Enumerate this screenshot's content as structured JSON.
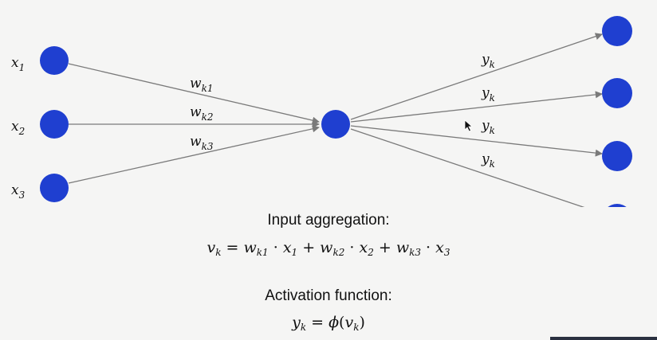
{
  "inputs": [
    {
      "base": "x",
      "sub": "1"
    },
    {
      "base": "x",
      "sub": "2"
    },
    {
      "base": "x",
      "sub": "3"
    }
  ],
  "weights": [
    {
      "base": "w",
      "sub": "k1"
    },
    {
      "base": "w",
      "sub": "k2"
    },
    {
      "base": "w",
      "sub": "k3"
    }
  ],
  "outputs": [
    {
      "base": "y",
      "sub": "k"
    },
    {
      "base": "y",
      "sub": "k"
    },
    {
      "base": "y",
      "sub": "k"
    },
    {
      "base": "y",
      "sub": "k"
    }
  ],
  "aggregation": {
    "heading": "Input aggregation:",
    "formula": [
      {
        "t": "v",
        "s": "k",
        "i": true
      },
      {
        "t": " = "
      },
      {
        "t": "w",
        "s": "k1",
        "i": true
      },
      {
        "t": " · "
      },
      {
        "t": "x",
        "s": "1",
        "i": true
      },
      {
        "t": " + "
      },
      {
        "t": "w",
        "s": "k2",
        "i": true
      },
      {
        "t": " · "
      },
      {
        "t": "x",
        "s": "2",
        "i": true
      },
      {
        "t": " + "
      },
      {
        "t": "w",
        "s": "k3",
        "i": true
      },
      {
        "t": " · "
      },
      {
        "t": "x",
        "s": "3",
        "i": true
      }
    ]
  },
  "activation": {
    "heading": "Activation function:",
    "formula": [
      {
        "t": "y",
        "s": "k",
        "i": true
      },
      {
        "t": " = "
      },
      {
        "t": "ϕ",
        "i": true
      },
      {
        "t": "("
      },
      {
        "t": "v",
        "s": "k",
        "i": true
      },
      {
        "t": ")"
      }
    ]
  },
  "colors": {
    "node": "#1f3fd0",
    "edge": "#7a7a7a",
    "background": "#f5f5f4"
  }
}
